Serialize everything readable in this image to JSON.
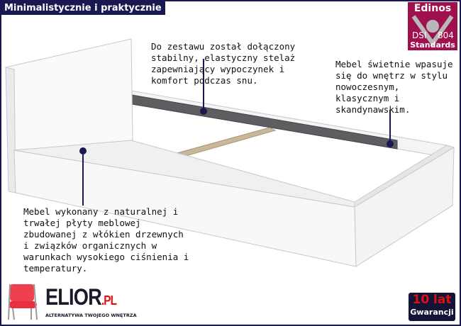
{
  "title": "Minimalistycznie i praktycznie",
  "notes": {
    "frame": [
      "Do zestawu został dołączony",
      "stabilny, elastyczny stelaż",
      "zapewniający wypoczynek i",
      "komfort podczas snu."
    ],
    "style": [
      "Mebel świetnie wpasuje",
      "się do wnętrz w stylu",
      "nowoczesnym,",
      "klasycznym i",
      "skandynawskim."
    ],
    "material": [
      "Mebel wykonany z naturalnej i",
      "trwałej płyty meblowej",
      "zbudowanej z włókien drzewnych",
      "i związków organicznych w",
      "warunkach wysokiego ciśnienia i",
      "temperatury."
    ]
  },
  "certificate": {
    "top": "Edinos",
    "left": "DSI",
    "right": "804",
    "bottom": "Standards"
  },
  "brand": {
    "name": "ELIOR",
    "suffix": ".PL",
    "tagline": "ALTERNATYWA TWOJEGO WNĘTRZA"
  },
  "warranty": {
    "years": "10 lat",
    "label": "Gwarancji"
  },
  "colors": {
    "navy": "#1a1850",
    "cert": "#a0104f",
    "red": "#e01010"
  }
}
